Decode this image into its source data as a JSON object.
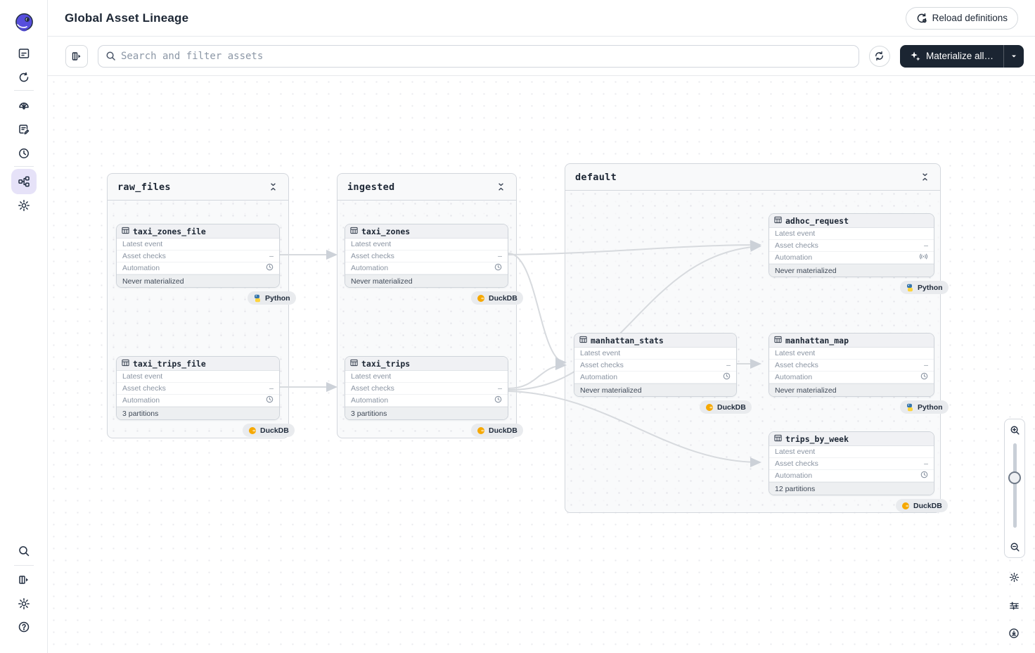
{
  "app": {
    "logo_icon": "dagster-octopus-icon"
  },
  "header": {
    "title": "Global Asset Lineage",
    "reload_definitions_label": "Reload definitions"
  },
  "toolbar": {
    "search_placeholder": "Search and filter assets",
    "materialize_label": "Materialize all…"
  },
  "sidebar": {
    "top_icons": [
      "overview-icon",
      "runs-icon",
      "deployment-icon",
      "ops-icon",
      "schedules-icon",
      "lineage-icon",
      "settings-icon"
    ],
    "active_item": "lineage-icon",
    "bottom_icons": [
      "search-icon",
      "expand-panel-icon",
      "settings-icon",
      "help-icon"
    ]
  },
  "card_labels": {
    "latest_event": "Latest event",
    "asset_checks": "Asset checks",
    "automation": "Automation"
  },
  "groups": [
    {
      "title": "raw_files"
    },
    {
      "title": "ingested"
    },
    {
      "title": "default"
    }
  ],
  "assets": [
    {
      "name": "taxi_zones_file",
      "group": "raw_files",
      "asset_checks_value": "–",
      "automation_icon": "clock-icon",
      "footer": "Never materialized",
      "badge": "Python",
      "badge_icon": "python-icon"
    },
    {
      "name": "taxi_trips_file",
      "group": "raw_files",
      "asset_checks_value": "–",
      "automation_icon": "clock-icon",
      "footer": "3 partitions",
      "badge": "DuckDB",
      "badge_icon": "duckdb-icon"
    },
    {
      "name": "taxi_zones",
      "group": "ingested",
      "asset_checks_value": "–",
      "automation_icon": "clock-icon",
      "footer": "Never materialized",
      "badge": "DuckDB",
      "badge_icon": "duckdb-icon"
    },
    {
      "name": "taxi_trips",
      "group": "ingested",
      "asset_checks_value": "–",
      "automation_icon": "clock-icon",
      "footer": "3 partitions",
      "badge": "DuckDB",
      "badge_icon": "duckdb-icon"
    },
    {
      "name": "adhoc_request",
      "group": "default",
      "asset_checks_value": "–",
      "automation_icon": "sensor-icon",
      "footer": "Never materialized",
      "badge": "Python",
      "badge_icon": "python-icon"
    },
    {
      "name": "manhattan_stats",
      "group": "default",
      "asset_checks_value": "–",
      "automation_icon": "clock-icon",
      "footer": "Never materialized",
      "badge": "DuckDB",
      "badge_icon": "duckdb-icon"
    },
    {
      "name": "manhattan_map",
      "group": "default",
      "asset_checks_value": "–",
      "automation_icon": "clock-icon",
      "footer": "Never materialized",
      "badge": "Python",
      "badge_icon": "python-icon"
    },
    {
      "name": "trips_by_week",
      "group": "default",
      "asset_checks_value": "–",
      "automation_icon": "clock-icon",
      "footer": "12 partitions",
      "badge": "DuckDB",
      "badge_icon": "duckdb-icon"
    }
  ],
  "edges": [
    {
      "from": "taxi_zones_file",
      "to": "taxi_zones"
    },
    {
      "from": "taxi_trips_file",
      "to": "taxi_trips"
    },
    {
      "from": "taxi_zones",
      "to": "adhoc_request"
    },
    {
      "from": "taxi_zones",
      "to": "manhattan_stats"
    },
    {
      "from": "taxi_trips",
      "to": "adhoc_request"
    },
    {
      "from": "taxi_trips",
      "to": "manhattan_stats"
    },
    {
      "from": "taxi_trips",
      "to": "trips_by_week"
    },
    {
      "from": "manhattan_stats",
      "to": "manhattan_map"
    }
  ],
  "colors": {
    "accent": "#5a50dd",
    "dark_button": "#1b2532",
    "python_blue": "#3776ab",
    "python_yellow": "#ffd43b",
    "duckdb_orange": "#f6a800",
    "edge": "#d7dade",
    "active_rail_bg": "#e6e2f8"
  }
}
